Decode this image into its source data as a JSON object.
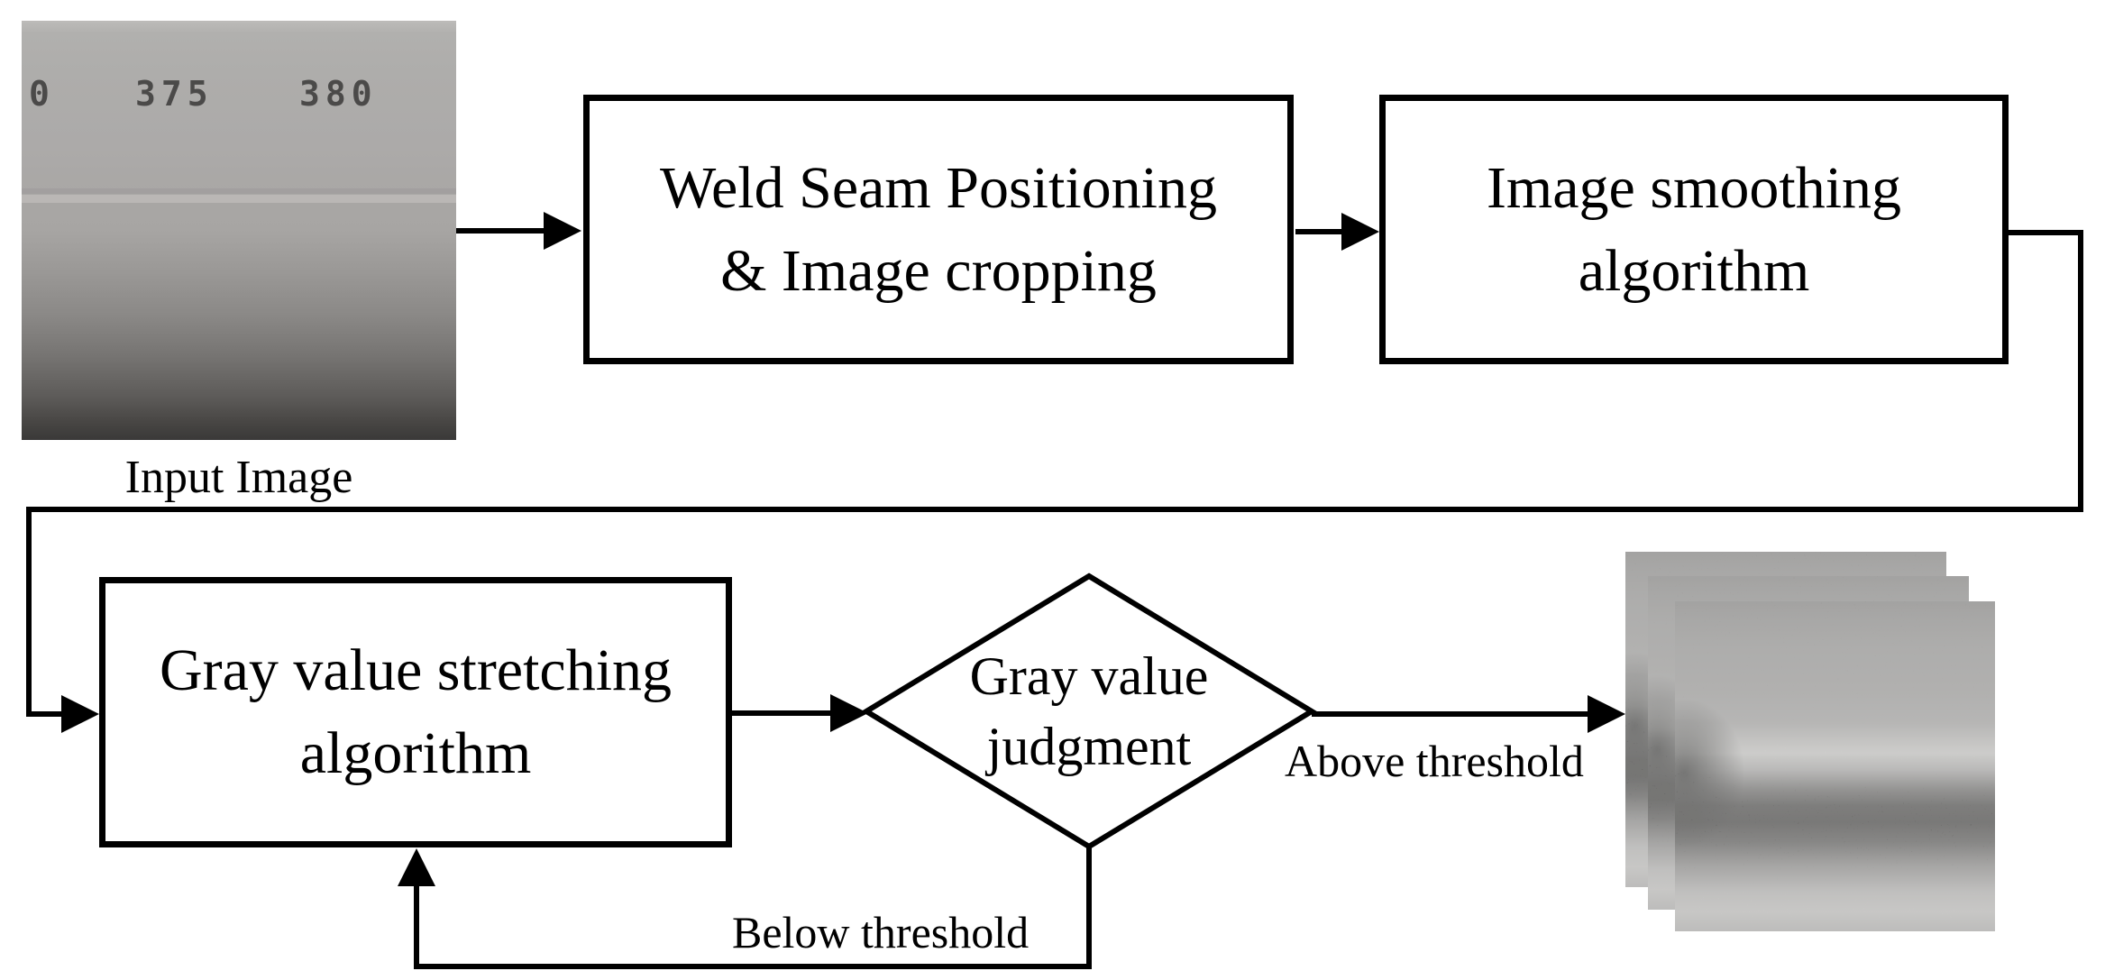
{
  "figure": {
    "background": "#ffffff",
    "stroke_color": "#000000",
    "input_image": {
      "caption": "Input Image",
      "digits": [
        "0",
        "375",
        "380"
      ]
    },
    "nodes": [
      {
        "id": "weld-seam-positioning",
        "shape": "rect",
        "lines": [
          "Weld Seam Positioning",
          "& Image cropping"
        ]
      },
      {
        "id": "image-smoothing",
        "shape": "rect",
        "lines": [
          "Image smoothing",
          "algorithm"
        ]
      },
      {
        "id": "gray-value-stretching",
        "shape": "rect",
        "lines": [
          "Gray value stretching",
          "algorithm"
        ]
      },
      {
        "id": "gray-value-judgment",
        "shape": "diamond",
        "lines": [
          "Gray value",
          "judgment"
        ]
      }
    ],
    "edges": [
      {
        "from": "input-image",
        "to": "weld-seam-positioning",
        "label": ""
      },
      {
        "from": "weld-seam-positioning",
        "to": "image-smoothing",
        "label": ""
      },
      {
        "from": "image-smoothing",
        "to": "gray-value-stretching",
        "label": ""
      },
      {
        "from": "gray-value-stretching",
        "to": "gray-value-judgment",
        "label": ""
      },
      {
        "from": "gray-value-judgment",
        "to": "output-images",
        "label": "Above threshold"
      },
      {
        "from": "gray-value-judgment",
        "to": "gray-value-stretching",
        "label": "Below threshold"
      }
    ],
    "output_stack_count": 3
  }
}
